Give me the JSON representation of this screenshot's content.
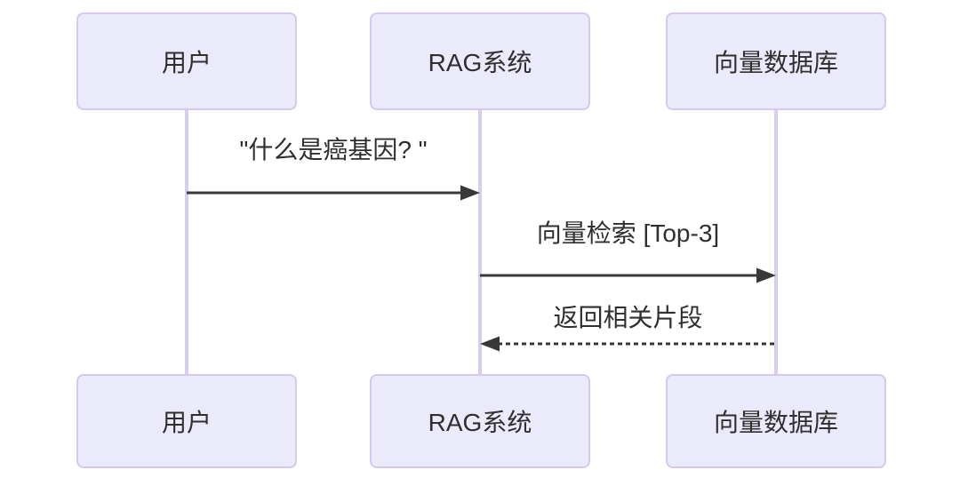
{
  "diagram": {
    "type": "sequence-diagram",
    "actors": [
      {
        "id": "user",
        "label": "用户"
      },
      {
        "id": "rag-system",
        "label": "RAG系统"
      },
      {
        "id": "vector-db",
        "label": "向量数据库"
      }
    ],
    "messages": [
      {
        "text": "\"什么是癌基因? \"",
        "from": "用户",
        "to": "RAG系统",
        "line": "solid",
        "direction": "right"
      },
      {
        "text": "向量检索 [Top-3]",
        "from": "RAG系统",
        "to": "向量数据库",
        "line": "solid",
        "direction": "right"
      },
      {
        "text": "返回相关片段",
        "from": "向量数据库",
        "to": "RAG系统",
        "line": "dashed",
        "direction": "left"
      }
    ],
    "colors": {
      "background": "#ffffff",
      "actor_fill": "#EBEAFB",
      "actor_border": "#D6C8EE",
      "lifeline": "#D8CCEF",
      "arrow": "#383838",
      "text": "#2f2f2f"
    }
  }
}
